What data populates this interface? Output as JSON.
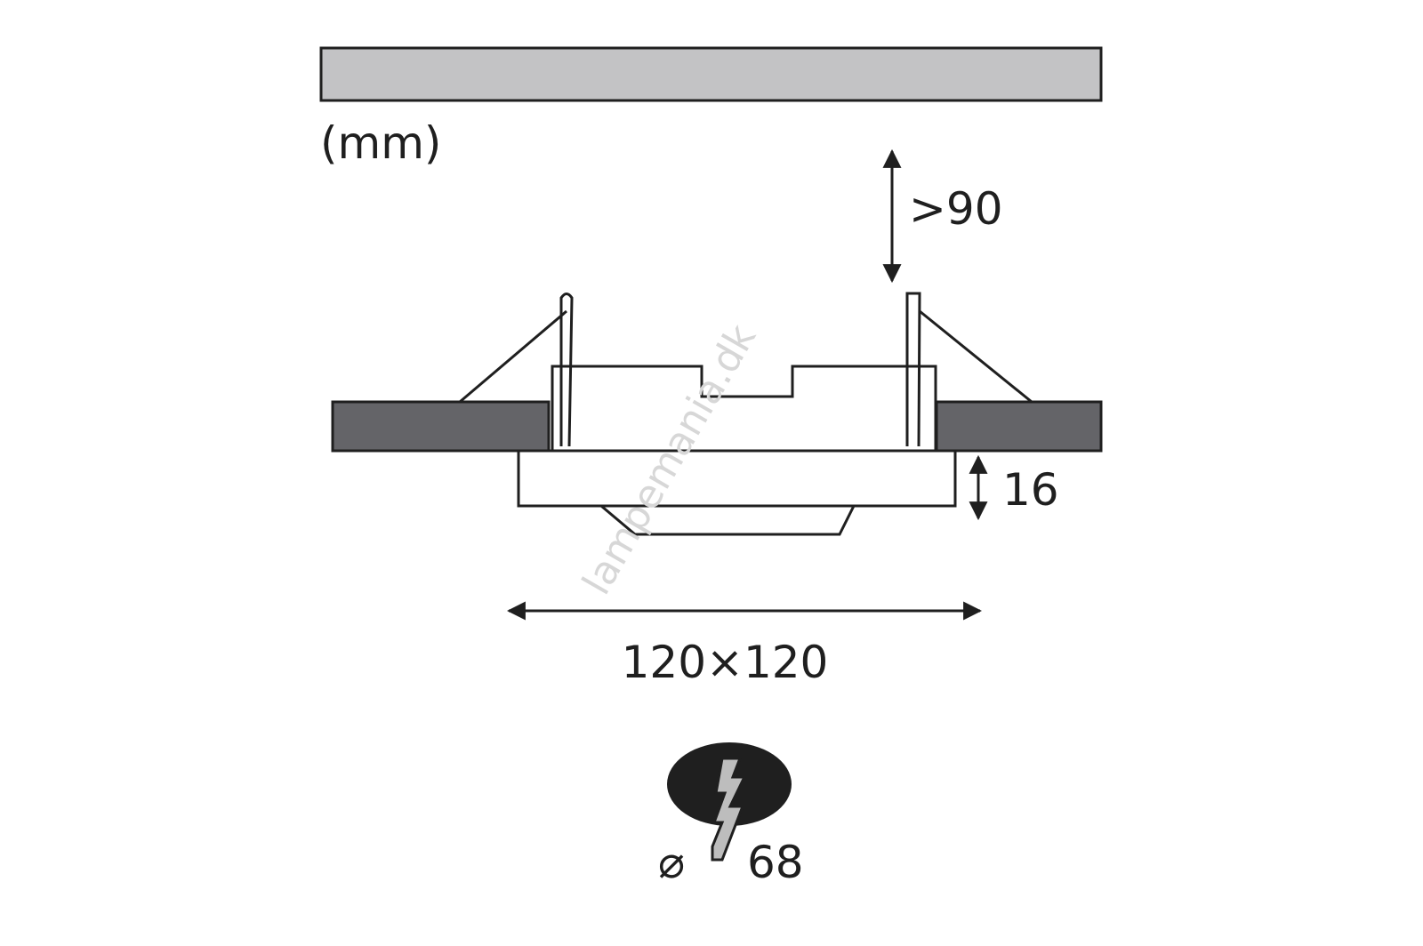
{
  "units": "(mm)",
  "clearance_label": ">90",
  "height_label": "16",
  "size_label": "120×120",
  "cutout_symbol": "⌀",
  "cutout_label": "68",
  "watermark": "lampemania.dk",
  "colors": {
    "line": "#1f1f1f",
    "ceiling_top": "#c3c3c5",
    "ceiling_cut": "#646468",
    "background": "#ffffff"
  }
}
